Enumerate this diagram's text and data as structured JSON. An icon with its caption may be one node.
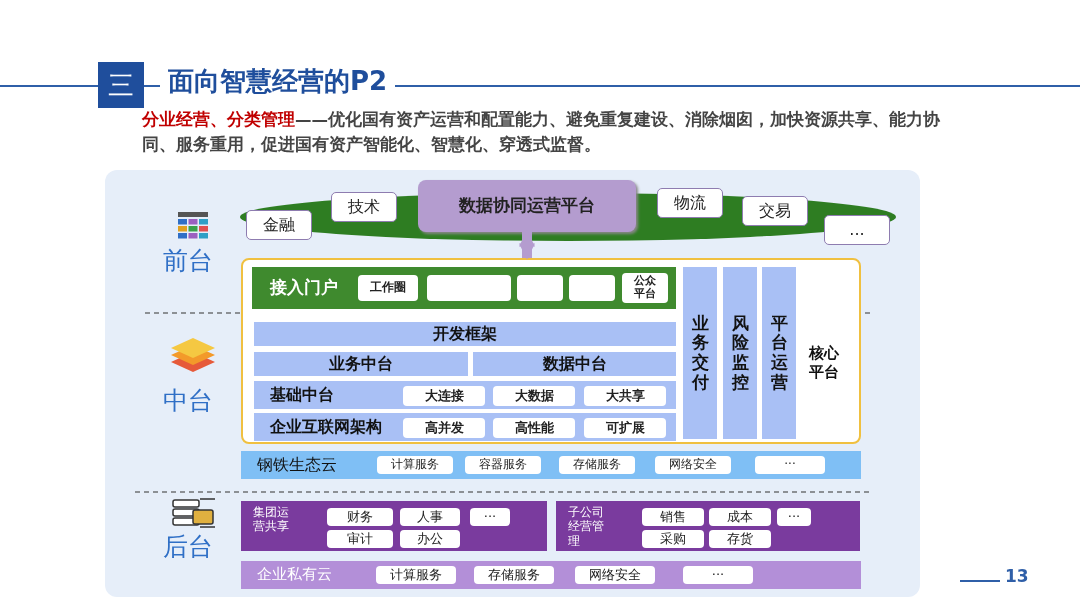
{
  "diagram": {
    "title": "面向智慧经营的P2",
    "nodes": [
      {
        "text": [
          "金融"
        ]
      },
      {
        "text": [
          "技术"
        ]
      },
      {
        "text": [
          "数据协同运营平台"
        ]
      },
      {
        "text": [
          "物流"
        ]
      },
      {
        "text": [
          "交易"
        ]
      },
      {
        "text": [
          "..."
        ]
      },
      {
        "text": [],
        "shape": "box"
      },
      {
        "text": [
          "接入门户"
        ],
        "in": 6
      },
      {
        "text": [
          "工作圈"
        ],
        "in": 7
      },
      {
        "text": [],
        "shape": "box",
        "in": 7
      },
      {
        "text": [],
        "shape": "box",
        "in": 7
      },
      {
        "text": [],
        "shape": "box",
        "in": 7
      },
      {
        "text": [
          "公众平台"
        ],
        "in": 7
      },
      {
        "text": [
          "开发框架"
        ],
        "in": 6
      },
      {
        "text": [
          "业务中台"
        ],
        "in": 6
      },
      {
        "text": [
          "数据中台"
        ],
        "in": 6
      },
      {
        "text": [
          "基础中台"
        ],
        "in": 6
      },
      {
        "text": [
          "大连接"
        ],
        "in": 16
      },
      {
        "text": [
          "大数据"
        ],
        "in": 16
      },
      {
        "text": [
          "大共享"
        ],
        "in": 16
      },
      {
        "text": [
          "企业互联网架构"
        ],
        "in": 6
      },
      {
        "text": [
          "高并发"
        ],
        "in": 20
      },
      {
        "text": [
          "高性能"
        ],
        "in": 20
      },
      {
        "text": [
          "可扩展"
        ],
        "in": 20
      },
      {
        "text": [
          "业务交付"
        ],
        "in": 6
      },
      {
        "text": [
          "风险监控"
        ],
        "in": 6
      },
      {
        "text": [
          "平台运营"
        ],
        "in": 6
      },
      {
        "text": [
          "钢铁生态云"
        ]
      },
      {
        "text": [
          "计算服务"
        ],
        "in": 27
      },
      {
        "text": [
          "容器服务"
        ],
        "in": 27
      },
      {
        "text": [
          "存储服务"
        ],
        "in": 27
      },
      {
        "text": [
          "网络安全"
        ],
        "in": 27
      },
      {
        "text": [
          "···"
        ],
        "in": 27
      },
      {
        "text": [
          "集团运营共享"
        ]
      },
      {
        "text": [
          "财务"
        ],
        "in": 33
      },
      {
        "text": [
          "人事"
        ],
        "in": 33
      },
      {
        "text": [
          "···"
        ],
        "in": 33
      },
      {
        "text": [
          "审计"
        ],
        "in": 33
      },
      {
        "text": [
          "办公"
        ],
        "in": 33
      },
      {
        "text": [
          "子公司经营管理"
        ]
      },
      {
        "text": [
          "销售"
        ],
        "in": 39
      },
      {
        "text": [
          "成本"
        ],
        "in": 39
      },
      {
        "text": [
          "···"
        ],
        "in": 39
      },
      {
        "text": [
          "采购"
        ],
        "in": 39
      },
      {
        "text": [
          "存货"
        ],
        "in": 39
      },
      {
        "text": [
          "企业私有云"
        ]
      },
      {
        "text": [
          "计算服务"
        ],
        "in": 45
      },
      {
        "text": [
          "存储服务"
        ],
        "in": 45
      },
      {
        "text": [
          "网络安全"
        ],
        "in": 45
      },
      {
        "text": [
          "···"
        ],
        "in": 45
      }
    ],
    "edges": [
      {
        "from": 2,
        "to": 6,
        "arrow": "both"
      }
    ],
    "labels": [
      "三",
      "**分业经营、分类管理**——优化国有资产运营和配置能力、避免重复建设、消除烟囱，加快资源共享、能力协同、服务重用，促进国有资产智能化、智慧化、穿透式监督。",
      "前台",
      "中台",
      "后台",
      "核心平台",
      "13"
    ]
  }
}
